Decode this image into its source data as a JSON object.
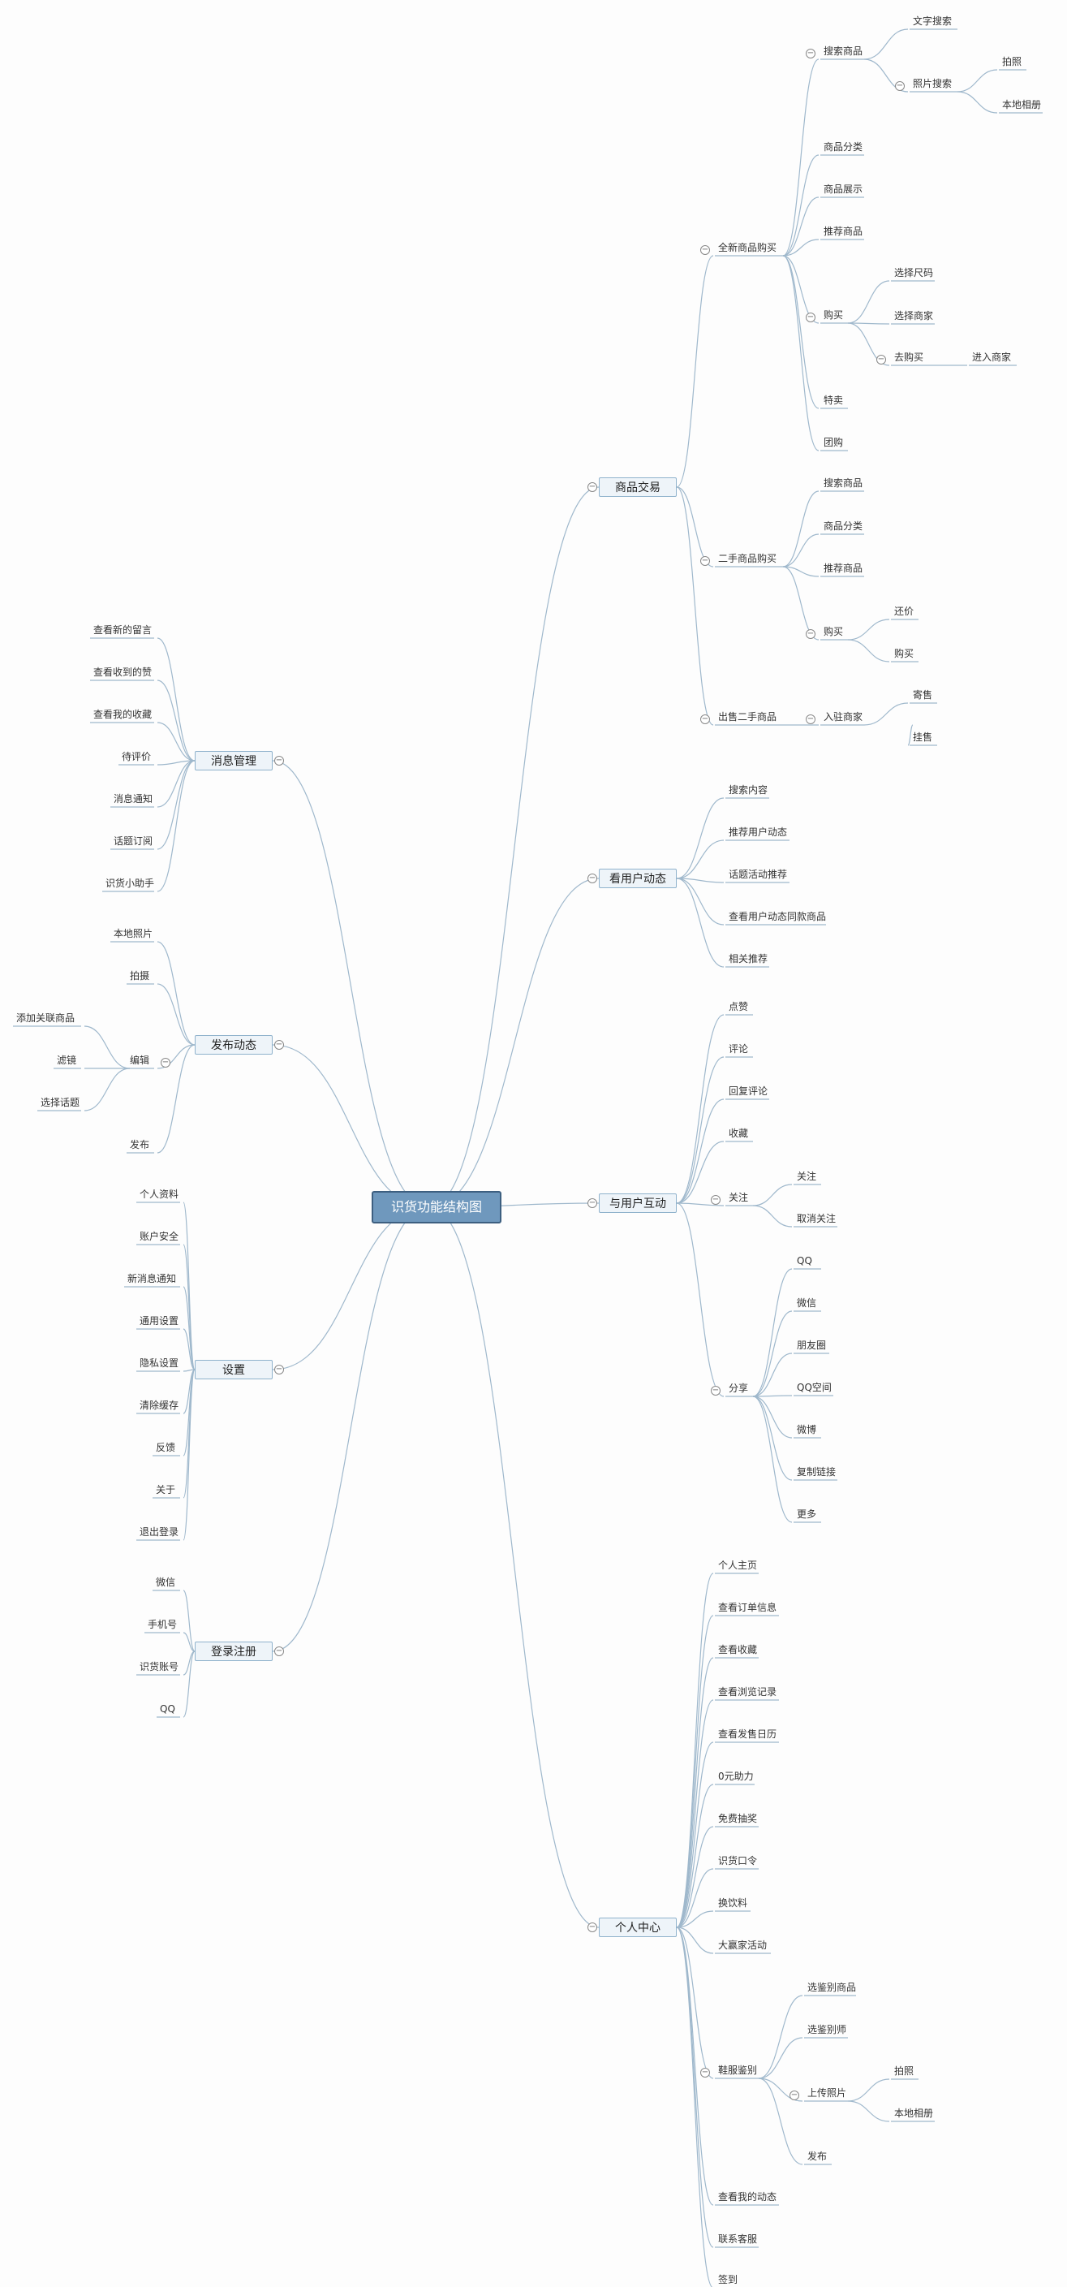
{
  "root": "识货功能结构图",
  "branches": {
    "shop": "商品交易",
    "view": "看用户动态",
    "interact": "与用户互动",
    "personal": "个人中心",
    "message": "消息管理",
    "publish": "发布动态",
    "settings": "设置",
    "login": "登录注册"
  },
  "shop": {
    "new_buy": "全新商品购买",
    "new_search": "搜索商品",
    "text_search": "文字搜索",
    "photo_search": "照片搜索",
    "photo_take": "拍照",
    "photo_album": "本地相册",
    "category": "商品分类",
    "display": "商品展示",
    "recommend": "推荐商品",
    "buy": "购买",
    "choose_size": "选择尺码",
    "choose_seller": "选择商家",
    "go_buy": "去购买",
    "enter_seller": "进入商家",
    "special": "特卖",
    "group": "团购",
    "used_buy": "二手商品购买",
    "used_search": "搜索商品",
    "used_category": "商品分类",
    "used_recommend": "推荐商品",
    "used_purchase": "购买",
    "bargain": "还价",
    "used_buy2": "购买",
    "sell_used": "出售二手商品",
    "join_seller": "入驻商家",
    "auction": "寄售",
    "listing": "挂售"
  },
  "view": [
    "搜索内容",
    "推荐用户动态",
    "话题活动推荐",
    "查看用户动态同款商品",
    "相关推荐"
  ],
  "interact": {
    "like": "点赞",
    "comment": "评论",
    "reply": "回复评论",
    "fav": "收藏",
    "follow": "关注",
    "follow_do": "关注",
    "unfollow": "取消关注",
    "share": "分享",
    "share_items": [
      "QQ",
      "微信",
      "朋友圈",
      "QQ空间",
      "微博",
      "复制链接",
      "更多"
    ]
  },
  "personal": {
    "items_top": [
      "个人主页",
      "查看订单信息",
      "查看收藏",
      "查看浏览记录",
      "查看发售日历",
      "0元助力",
      "免费抽奖",
      "识货口令",
      "换饮料",
      "大赢家活动"
    ],
    "identify": "鞋服鉴别",
    "id_goods": "选鉴别商品",
    "id_spec": "选鉴别师",
    "upload": "上传照片",
    "up_take": "拍照",
    "up_album": "本地相册",
    "id_publish": "发布",
    "my_dynamic": "查看我的动态",
    "service": "联系客服",
    "partial": "签到"
  },
  "message": [
    "查看新的留言",
    "查看收到的赞",
    "查看我的收藏",
    "待评价",
    "消息通知",
    "话题订阅",
    "识货小助手"
  ],
  "publish": {
    "local": "本地照片",
    "take": "拍摄",
    "edit": "编辑",
    "add_goods": "添加关联商品",
    "filter": "滤镜",
    "topic": "选择话题",
    "post": "发布"
  },
  "settings": [
    "个人资料",
    "账户安全",
    "新消息通知",
    "通用设置",
    "隐私设置",
    "清除缓存",
    "反馈",
    "关于",
    "退出登录"
  ],
  "login": [
    "微信",
    "手机号",
    "识货账号",
    "QQ"
  ]
}
